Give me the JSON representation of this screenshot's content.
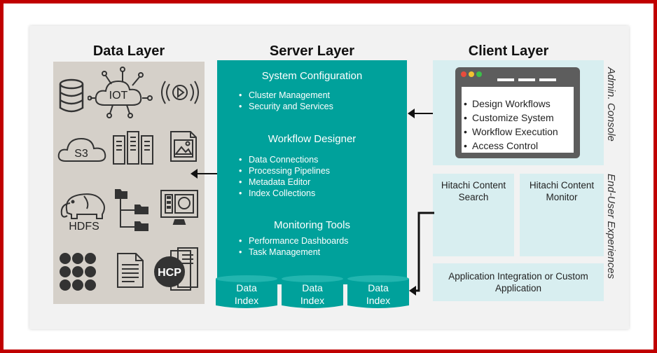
{
  "layers": {
    "data": "Data Layer",
    "server": "Server Layer",
    "client": "Client Layer"
  },
  "data_layer": {
    "iot_label": "IOT",
    "s3_label": "S3",
    "hdfs_label": "HDFS",
    "hcp_label": "HCP"
  },
  "server": {
    "sections": [
      {
        "title": "System Configuration",
        "items": [
          "Cluster Management",
          "Security and Services"
        ]
      },
      {
        "title": "Workflow Designer",
        "items": [
          "Data Connections",
          "Processing Pipelines",
          "Metadata Editor",
          "Index Collections"
        ]
      },
      {
        "title": "Monitoring Tools",
        "items": [
          "Performance Dashboards",
          "Task Management"
        ]
      }
    ],
    "index_line1": "Data",
    "index_line2": "Index"
  },
  "client": {
    "admin_items": [
      "Design Workflows",
      "Customize System",
      "Workflow Execution",
      "Access Control"
    ],
    "admin_label": "Admin. Console",
    "enduser_label": "End-User Experiences",
    "search": "Hitachi Content Search",
    "monitor": "Hitachi Content Monitor",
    "app": "Application Integration or Custom Application"
  },
  "colors": {
    "teal": "#00a19b",
    "border": "#c00000",
    "light_teal": "#d8eef0",
    "sand": "#d5d0c9"
  }
}
